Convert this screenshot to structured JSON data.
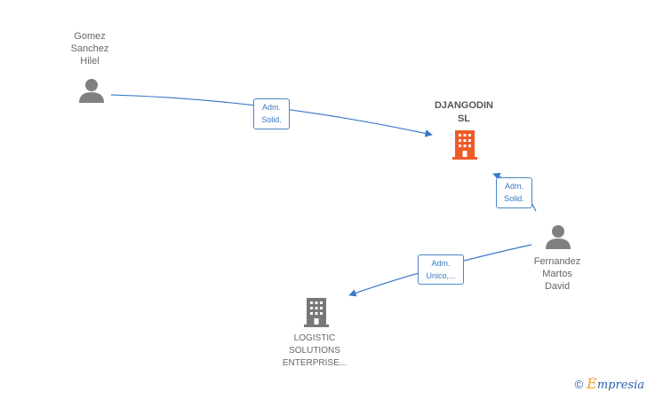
{
  "nodes": {
    "person_gomez": {
      "label": "Gomez\nSanchez\nHilel",
      "icon": "person-icon"
    },
    "company_djangodin": {
      "label": "DJANGODIN\nSL",
      "icon": "building-icon",
      "color": "#f05a28"
    },
    "person_fernandez": {
      "label": "Fernandez\nMartos\nDavid",
      "icon": "person-icon"
    },
    "company_logistic": {
      "label": "LOGISTIC\nSOLUTIONS\nENTERPRISE...",
      "icon": "building-icon",
      "color": "#777777"
    }
  },
  "edges": {
    "gomez_to_djangodin": {
      "label": "Adm.\nSolid."
    },
    "fernandez_to_djangodin": {
      "label": "Adm.\nSolid."
    },
    "fernandez_to_logistic": {
      "label": "Adm.\nUnico,..."
    }
  },
  "colors": {
    "edge": "#3a78c8",
    "person": "#808080"
  },
  "brand": {
    "copyright": "©",
    "initial": "E",
    "name": "mpresia"
  }
}
